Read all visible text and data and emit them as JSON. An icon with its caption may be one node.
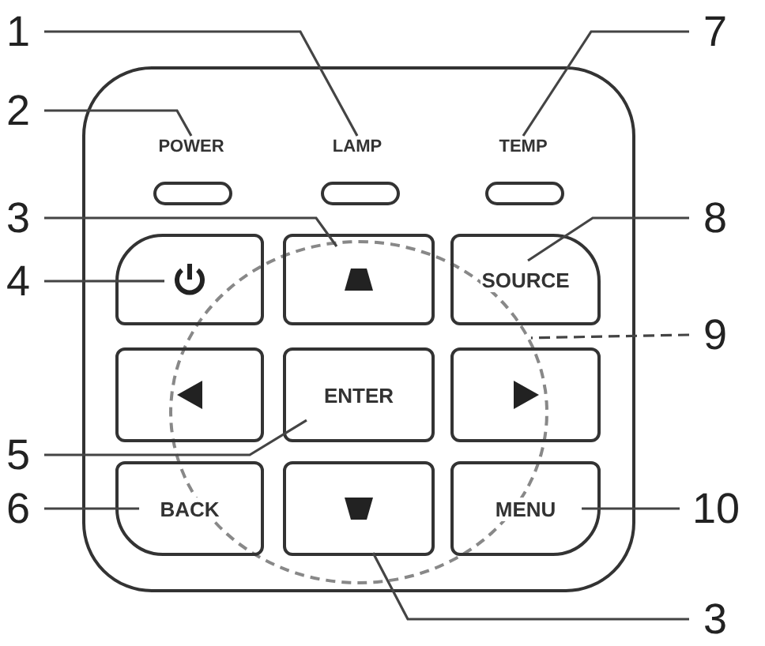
{
  "diagram": {
    "nodes": [
      {
        "text": [
          "1"
        ]
      },
      {
        "text": [
          "2"
        ]
      },
      {
        "text": [
          "3"
        ]
      },
      {
        "text": [
          "4"
        ]
      },
      {
        "text": [
          "5"
        ]
      },
      {
        "text": [
          "6"
        ]
      },
      {
        "text": [
          "7"
        ]
      },
      {
        "text": [
          "8"
        ]
      },
      {
        "text": [
          "9"
        ]
      },
      {
        "text": [
          "10"
        ]
      },
      {
        "text": [
          "3"
        ]
      },
      {
        "text": [],
        "shape": "box"
      },
      {
        "text": [
          "POWER"
        ],
        "in": 11
      },
      {
        "text": [
          "LAMP"
        ],
        "in": 11
      },
      {
        "text": [
          "TEMP"
        ],
        "in": 11
      },
      {
        "text": [],
        "shape": "bar",
        "in": 11
      },
      {
        "text": [],
        "shape": "bar",
        "in": 11
      },
      {
        "text": [],
        "shape": "bar",
        "in": 11
      },
      {
        "text": [],
        "shape": "circle",
        "in": 11
      },
      {
        "text": [],
        "shape": "box",
        "in": 11
      },
      {
        "text": [],
        "shape": "box",
        "in": 11
      },
      {
        "text": [
          "SOURCE"
        ],
        "in": 11
      },
      {
        "text": [],
        "shape": "box",
        "in": 11
      },
      {
        "text": [
          "ENTER"
        ],
        "in": 18
      },
      {
        "text": [],
        "shape": "box",
        "in": 11
      },
      {
        "text": [
          "BACK"
        ],
        "in": 11
      },
      {
        "text": [],
        "shape": "box",
        "in": 18
      },
      {
        "text": [
          "MENU"
        ],
        "in": 11
      }
    ],
    "edges": [
      {
        "from": 0,
        "to": 13,
        "arrow": "none"
      },
      {
        "from": 1,
        "to": 12,
        "arrow": "none"
      },
      {
        "from": 2,
        "to": 20,
        "arrow": "none"
      },
      {
        "from": 3,
        "to": 19,
        "arrow": "none"
      },
      {
        "from": 4,
        "to": 23,
        "arrow": "none"
      },
      {
        "from": 5,
        "to": 25,
        "arrow": "none"
      },
      {
        "from": 6,
        "to": 14,
        "arrow": "none"
      },
      {
        "from": 7,
        "to": 21,
        "arrow": "none"
      },
      {
        "from": 8,
        "to": 18,
        "arrow": "none",
        "style": "dashed"
      },
      {
        "from": 9,
        "to": 27,
        "arrow": "none"
      },
      {
        "from": 10,
        "to": 26,
        "arrow": "none"
      }
    ]
  }
}
